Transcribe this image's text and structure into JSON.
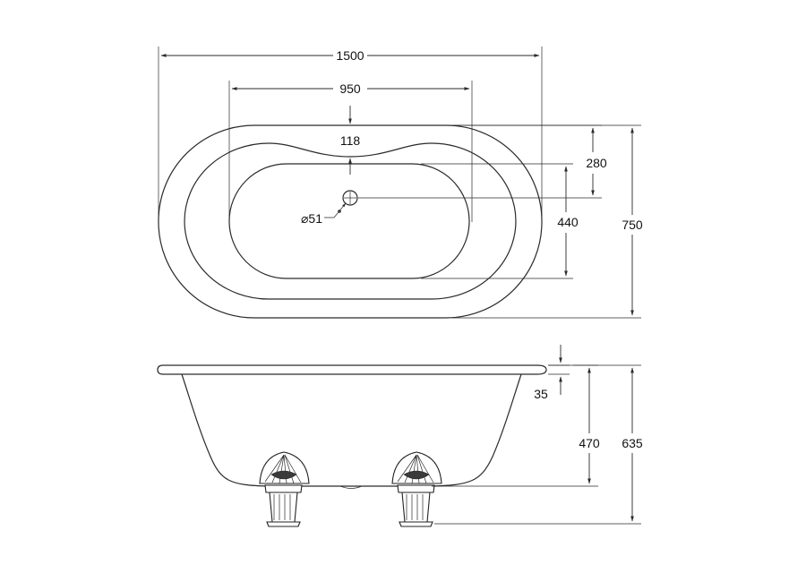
{
  "dimensions": {
    "overall_length": "1500",
    "inner_length": "950",
    "rim_width": "118",
    "waste_to_edge": "280",
    "inner_width": "440",
    "overall_width": "750",
    "waste_diameter": "⌀51",
    "rim_thickness": "35",
    "bath_depth": "470",
    "overall_height": "635"
  },
  "colors": {
    "line": "#2a2a2a",
    "background": "#ffffff"
  }
}
